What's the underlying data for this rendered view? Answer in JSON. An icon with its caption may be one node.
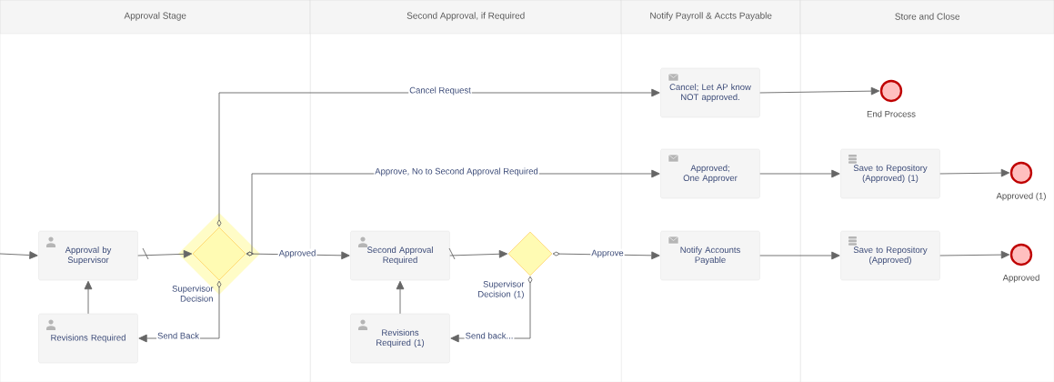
{
  "diagram": {
    "nodes": [
      {
        "text": [
          "Approval Stage"
        ]
      },
      {
        "text": [
          "Second Approval, if Required"
        ]
      },
      {
        "text": [
          "Notify Payroll & Accts Payable"
        ]
      },
      {
        "text": [
          "Store and Close"
        ]
      },
      {
        "text": [
          "Approval by Supervisor"
        ],
        "in": 0
      },
      {
        "text": [
          "Revisions Required"
        ],
        "in": 0
      },
      {
        "text": [
          "Supervisor Decision"
        ],
        "in": 0
      },
      {
        "text": [
          "Second Approval Required"
        ],
        "in": 1
      },
      {
        "text": [
          "Revisions Required (1)"
        ],
        "in": 1
      },
      {
        "text": [
          "Supervisor Decision (1)"
        ],
        "in": 1
      },
      {
        "text": [
          "Cancel; Let AP know NOT approved."
        ],
        "in": 2
      },
      {
        "text": [
          "Approved; One Approver"
        ],
        "in": 2
      },
      {
        "text": [
          "Notify Accounts Payable"
        ],
        "in": 2
      },
      {
        "text": [
          "End Process"
        ],
        "in": 3
      },
      {
        "text": [
          "Save to Repository (Approved) (1)"
        ],
        "in": 3
      },
      {
        "text": [
          "Approved (1)"
        ],
        "in": 3
      },
      {
        "text": [
          "Save to Repository (Approved)"
        ],
        "in": 3
      },
      {
        "text": [
          "Approved"
        ],
        "in": 3
      }
    ],
    "edges": [
      {
        "from": null,
        "to": 4,
        "arrow": "to"
      },
      {
        "from": 4,
        "to": 6,
        "arrow": "to"
      },
      {
        "from": 5,
        "to": 4,
        "arrow": "to"
      },
      {
        "from": 6,
        "to": 5,
        "arrow": "to",
        "label": "Send Back"
      },
      {
        "from": 6,
        "to": 10,
        "arrow": "to",
        "label": "Cancel Request"
      },
      {
        "from": 6,
        "to": 11,
        "arrow": "to",
        "label": "Approve, No to Second Approval Required"
      },
      {
        "from": 6,
        "to": 7,
        "arrow": "to",
        "label": "Approved"
      },
      {
        "from": 7,
        "to": 9,
        "arrow": "to"
      },
      {
        "from": 8,
        "to": 7,
        "arrow": "to"
      },
      {
        "from": 9,
        "to": 8,
        "arrow": "to",
        "label": "Send back..."
      },
      {
        "from": 9,
        "to": 12,
        "arrow": "to",
        "label": "Approve"
      },
      {
        "from": 10,
        "to": 13,
        "arrow": "to"
      },
      {
        "from": 11,
        "to": 14,
        "arrow": "to"
      },
      {
        "from": 14,
        "to": 15,
        "arrow": "to"
      },
      {
        "from": 12,
        "to": 16,
        "arrow": "to"
      },
      {
        "from": 16,
        "to": 17,
        "arrow": "to"
      }
    ]
  }
}
